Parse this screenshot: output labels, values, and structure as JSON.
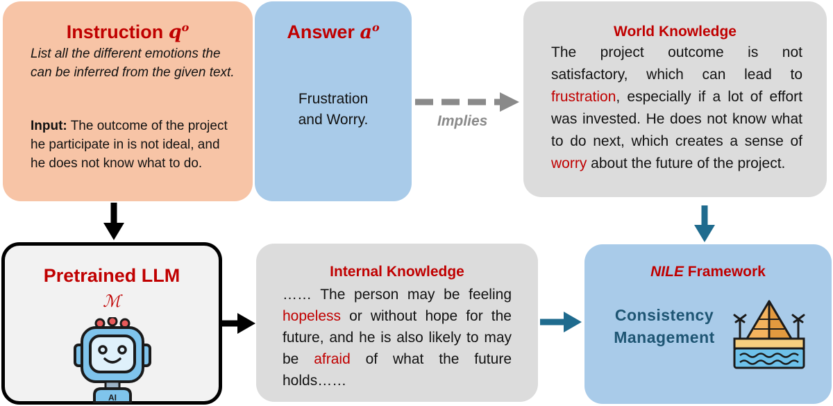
{
  "instruction": {
    "title": "Instruction",
    "var": "q",
    "sup": "o",
    "prompt": "List all the different emotions the can be inferred from the given text.",
    "input_label": "Input:",
    "input_text": "The outcome of the project he participate in is not ideal, and he does not know what to do."
  },
  "answer": {
    "title": "Answer",
    "var": "a",
    "sup": "o",
    "line1": "Frustration",
    "line2": "and Worry."
  },
  "edge_label": "Implies",
  "world": {
    "title": "World Knowledge",
    "t1": "The project outcome is not satisfactory, which can lead to ",
    "hl1": "frustration",
    "t2": ", especially if a lot of effort was invested. He does not know what to do next, which creates a sense of ",
    "hl2": "worry",
    "t3": " about the future of the project."
  },
  "llm": {
    "title": "Pretrained LLM",
    "symbol": "ℳ",
    "robot_badge": "AI"
  },
  "internal": {
    "title": "Internal Knowledge",
    "t1": "…… The person may be feeling ",
    "hl1": "hopeless",
    "t2": " or without hope for the future, and he is also likely to may be ",
    "hl2": "afraid",
    "t3": " of what the future holds……"
  },
  "nile": {
    "title_italic": "NILE",
    "title_rest": " Framework",
    "line1": "Consistency",
    "line2": "Management"
  },
  "colors": {
    "instruction_bg": "#f7c4a6",
    "answer_bg": "#a9cbe9",
    "knowledge_bg": "#dcdcdc",
    "highlight": "#c00000",
    "teal_arrow": "#1f6b8e"
  }
}
